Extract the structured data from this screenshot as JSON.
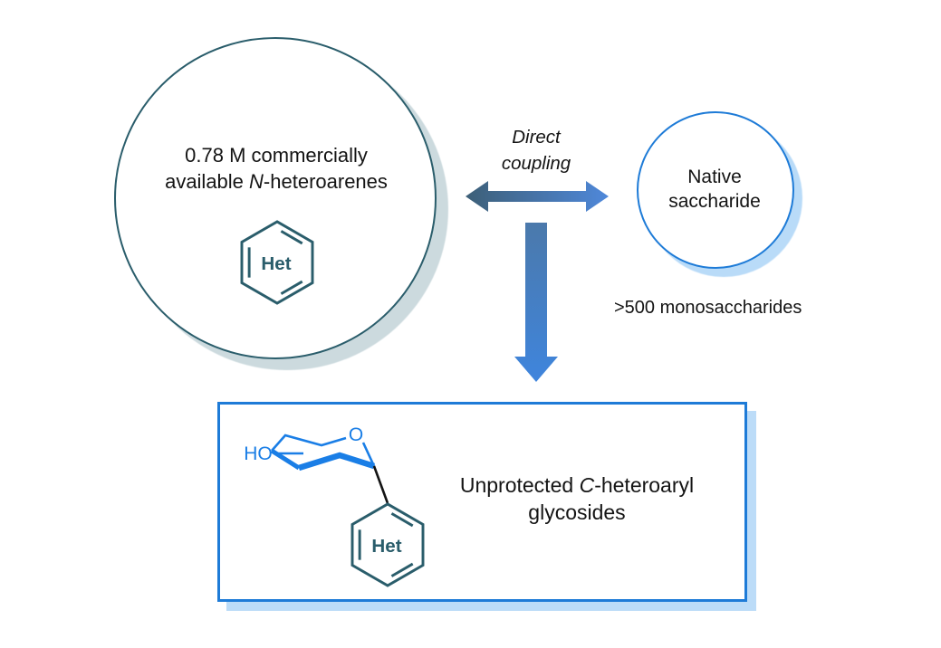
{
  "palette": {
    "teal_stroke": "#2a5d6b",
    "blue_stroke": "#1e7bd7",
    "sugar_blue": "#1a7ee6",
    "circle_shadow": "#ccdade",
    "blue_shadow": "#bcdcf8",
    "h_arrow_left": "#3d5f77",
    "h_arrow_right": "#4f88da",
    "v_arrow_top": "#4b79ab",
    "v_arrow_bottom": "#3f85dd",
    "text": "#141414"
  },
  "heteroarene_circle": {
    "line1": "0.78 M commercially",
    "line2_prefix": "available ",
    "line2_italic": "N",
    "line2_suffix": "-heteroarenes",
    "het_label": "Het"
  },
  "coupling": {
    "label_line1": "Direct",
    "label_line2": "coupling"
  },
  "saccharide_circle": {
    "line1": "Native",
    "line2": "saccharide"
  },
  "monosaccharide_note": ">500 monosaccharides",
  "product_box": {
    "line1_prefix": "Unprotected ",
    "line1_italic": "C",
    "line1_suffix": "-heteroaryl",
    "line2": "glycosides",
    "ho_label": "HO",
    "ring_o_label": "O",
    "het_label": "Het"
  }
}
